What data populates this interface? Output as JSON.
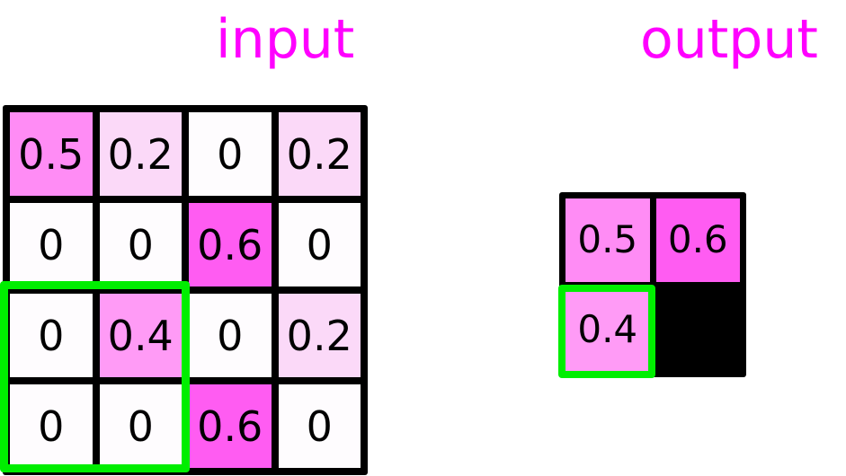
{
  "titles": {
    "input": "input",
    "output": "output",
    "color": "#ff00ff"
  },
  "palette": {
    "background": "#ffffff",
    "grid_line": "#000000",
    "text": "#000000",
    "highlight": "#00ee00",
    "v0": "#fefcfe",
    "v02": "#fbd9f8",
    "v04": "#ff9bf6",
    "v05": "#ff8cf5",
    "v06": "#ff5cf2"
  },
  "chart_data": {
    "type": "heatmap",
    "title": "",
    "input": {
      "label": "input",
      "rows": 4,
      "cols": 4,
      "values": [
        [
          "0.5",
          "0.2",
          "0",
          "0.2"
        ],
        [
          "0",
          "0",
          "0.6",
          "0"
        ],
        [
          "0",
          "0.4",
          "0",
          "0.2"
        ],
        [
          "0",
          "0",
          "0.6",
          "0"
        ]
      ],
      "numeric": [
        [
          0.5,
          0.2,
          0.0,
          0.2
        ],
        [
          0.0,
          0.0,
          0.6,
          0.0
        ],
        [
          0.0,
          0.4,
          0.0,
          0.2
        ],
        [
          0.0,
          0.0,
          0.6,
          0.0
        ]
      ],
      "colors": [
        [
          "#ff8cf5",
          "#fbd9f8",
          "#fefcfe",
          "#fbd9f8"
        ],
        [
          "#fefcfe",
          "#fefcfe",
          "#ff5cf2",
          "#fefcfe"
        ],
        [
          "#fefcfe",
          "#ff9bf6",
          "#fefcfe",
          "#fbd9f8"
        ],
        [
          "#fefcfe",
          "#fefcfe",
          "#ff5cf2",
          "#fefcfe"
        ]
      ],
      "highlight_window": {
        "row_start": 2,
        "row_end": 3,
        "col_start": 0,
        "col_end": 1,
        "color": "#00ee00"
      }
    },
    "output": {
      "label": "output",
      "rows": 2,
      "cols": 2,
      "values": [
        [
          "0.5",
          "0.6"
        ],
        [
          "0.4",
          ""
        ]
      ],
      "numeric": [
        [
          0.5,
          0.6
        ],
        [
          0.4,
          null
        ]
      ],
      "colors": [
        [
          "#ff8cf5",
          "#ff5cf2"
        ],
        [
          "#ff9bf6",
          ""
        ]
      ],
      "blank": [
        [
          false,
          false
        ],
        [
          false,
          true
        ]
      ],
      "highlight_window": {
        "row_start": 1,
        "row_end": 1,
        "col_start": 0,
        "col_end": 0,
        "color": "#00ee00"
      }
    }
  }
}
